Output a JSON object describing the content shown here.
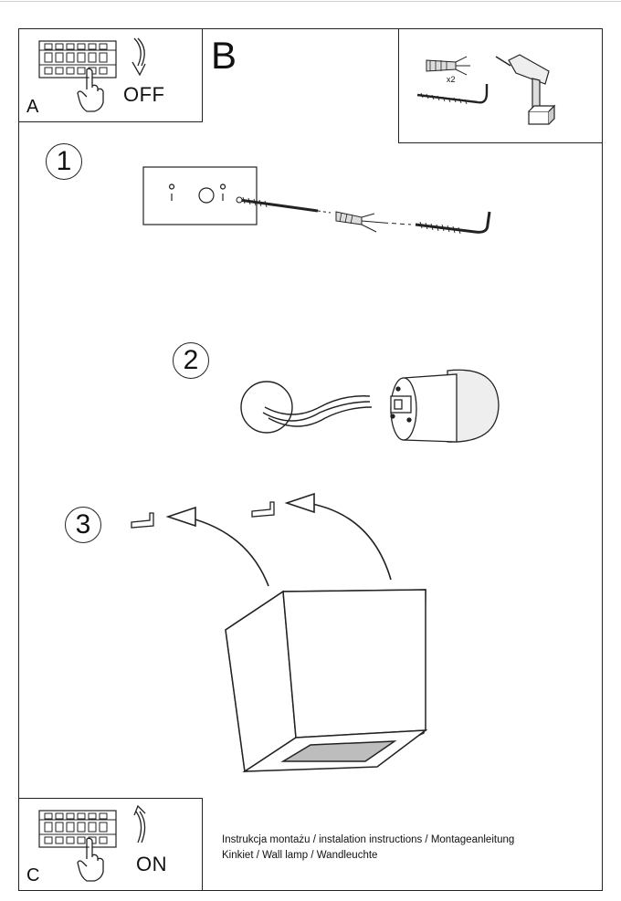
{
  "panel_labels": {
    "a": "A",
    "b": "B",
    "c": "C"
  },
  "switch_off_text": "OFF",
  "switch_on_text": "ON",
  "step_numbers": [
    "1",
    "2",
    "3"
  ],
  "tools_quantity": "x2",
  "caption": {
    "line1": "Instrukcja montażu / instalation instructions / Montageanleitung",
    "line2": "Kinkiet / Wall lamp / Wandleuchte"
  },
  "icons": [
    "breaker-panel-icon",
    "hand-pointer-icon",
    "rotate-arrow-icon",
    "wall-plug-icon",
    "screw-hook-icon",
    "drill-icon",
    "lamp-base-icon",
    "ceramic-cube-lamp-icon"
  ],
  "colors": {
    "line": "#222222",
    "background": "#ffffff",
    "shade": "#bdbdbd"
  }
}
